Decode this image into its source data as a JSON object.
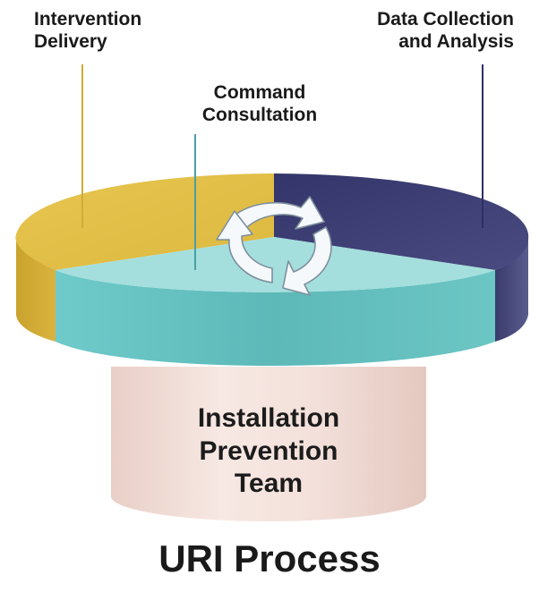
{
  "diagram": {
    "title": "URI Process",
    "base_label": [
      "Installation",
      "Prevention",
      "Team"
    ],
    "segments": [
      {
        "id": "intervention",
        "label": [
          "Intervention",
          "Delivery"
        ],
        "color": "#e2bf45"
      },
      {
        "id": "command",
        "label": [
          "Command",
          "Consultation"
        ],
        "color": "#9fdcdc"
      },
      {
        "id": "data",
        "label": [
          "Data Collection",
          "and Analysis"
        ],
        "color": "#3c3d70"
      }
    ],
    "icons": [
      "cycle-arrows-icon"
    ],
    "colors": {
      "base": "#f1ddd7",
      "intervention": "#e2bf45",
      "command_top": "#a3dedc",
      "command_side": "#5fbebd",
      "data": "#3c3d70"
    }
  }
}
